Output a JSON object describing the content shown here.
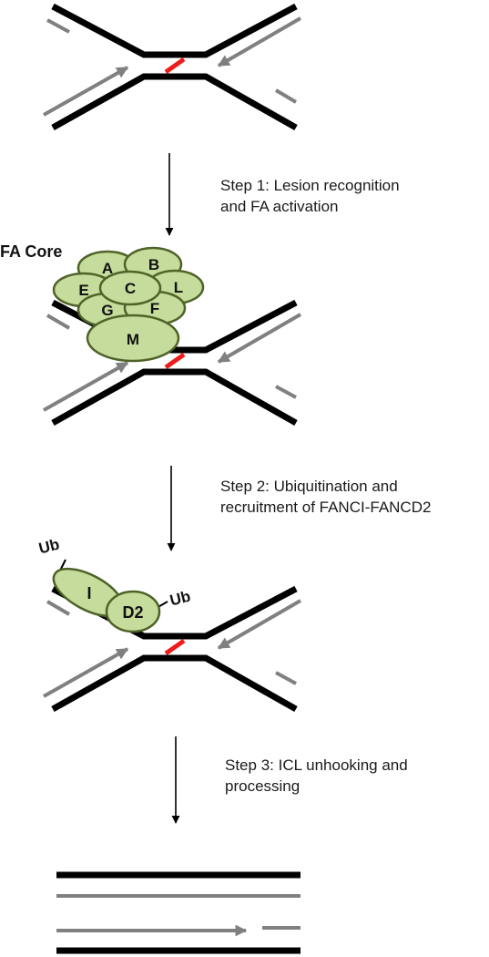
{
  "colors": {
    "dna_strand": "#000000",
    "new_strand": "#808080",
    "crosslink": "#ee1b1b",
    "protein_fill": "#c5dc9c",
    "protein_stroke": "#4f6228"
  },
  "steps": [
    {
      "line1": "Step 1: Lesion recognition",
      "line2": "and FA activation"
    },
    {
      "line1": "Step 2: Ubiquitination and",
      "line2": "recruitment of FANCI-FANCD2"
    },
    {
      "line1": "Step 3: ICL unhooking and",
      "line2": "processing"
    }
  ],
  "fa_core": {
    "title": "FA Core",
    "subunits": {
      "a": "A",
      "b": "B",
      "c": "C",
      "e": "E",
      "f": "F",
      "g": "G",
      "l": "L",
      "m": "M"
    }
  },
  "fanci_fancd2": {
    "i_label": "I",
    "d2_label": "D2",
    "ub_label": "Ub"
  }
}
